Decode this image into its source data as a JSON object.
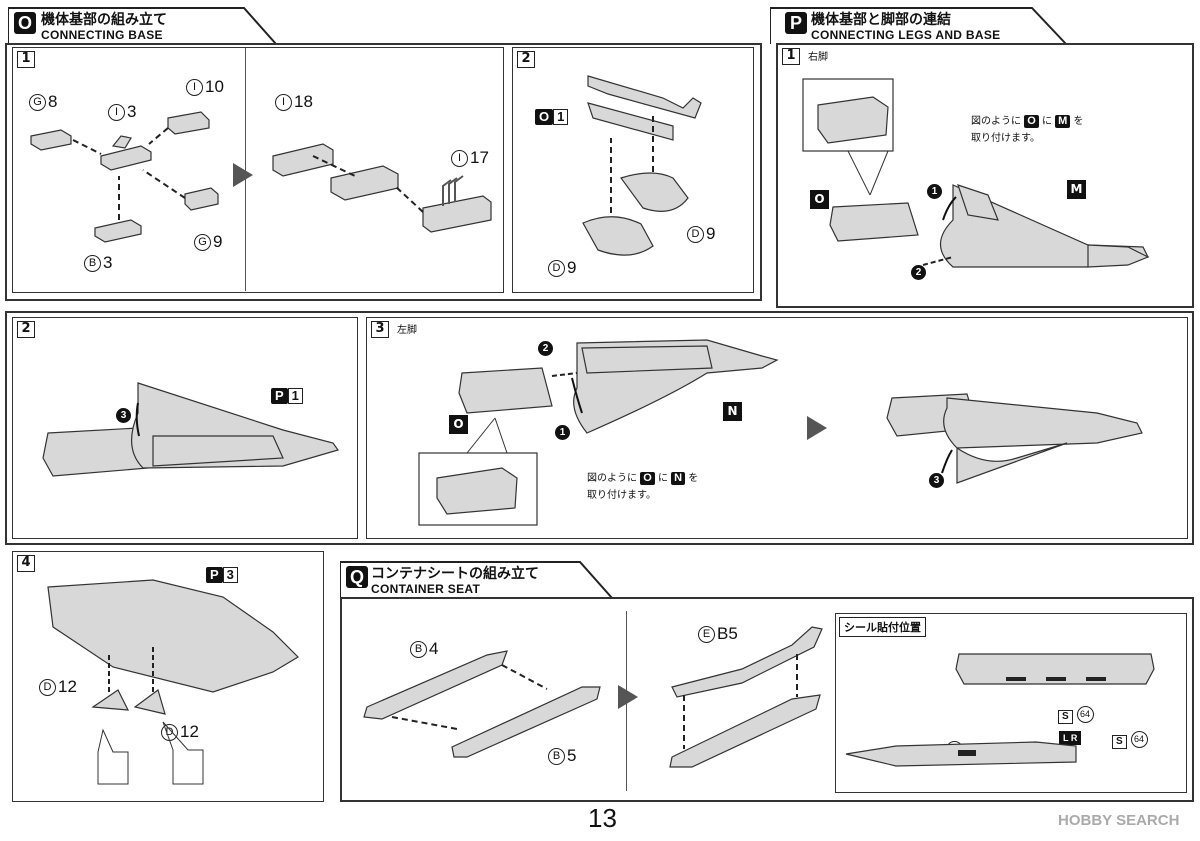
{
  "section_o": {
    "letter": "O",
    "title": "機体基部の組み立て",
    "subtitle": "CONNECTING BASE"
  },
  "section_p": {
    "letter": "P",
    "title": "機体基部と脚部の連結",
    "subtitle": "CONNECTING LEGS AND BASE"
  },
  "section_q": {
    "letter": "Q",
    "title": "コンテナシートの組み立て",
    "subtitle": "CONTAINER SEAT"
  },
  "o1": {
    "step": "1",
    "parts": [
      {
        "letter": "G",
        "num": "8"
      },
      {
        "letter": "I",
        "num": "3"
      },
      {
        "letter": "I",
        "num": "10"
      },
      {
        "letter": "G",
        "num": "9"
      },
      {
        "letter": "B",
        "num": "3"
      },
      {
        "letter": "I",
        "num": "18"
      },
      {
        "letter": "I",
        "num": "17"
      }
    ]
  },
  "o2": {
    "step": "2",
    "ref_letter": "O",
    "ref_num": "1",
    "parts": [
      {
        "letter": "D",
        "num": "9"
      },
      {
        "letter": "D",
        "num": "9"
      }
    ]
  },
  "p1": {
    "step": "1",
    "label": "右脚",
    "tag_o": "O",
    "tag_m": "M",
    "note_pre": "図のように",
    "note_a": "O",
    "note_mid": "に",
    "note_b": "M",
    "note_post": "を",
    "note_line2": "取り付けます。",
    "markers": [
      "1",
      "2"
    ]
  },
  "p2": {
    "step": "2",
    "ref_letter": "P",
    "ref_num": "1",
    "marker": "3"
  },
  "p3": {
    "step": "3",
    "label": "左脚",
    "tag_o": "O",
    "tag_n": "N",
    "note_pre": "図のように",
    "note_a": "O",
    "note_mid": "に",
    "note_b": "N",
    "note_post": "を",
    "note_line2": "取り付けます。",
    "markers": [
      "2",
      "1",
      "3"
    ]
  },
  "p4": {
    "step": "4",
    "ref_letter": "P",
    "ref_num": "3",
    "parts": [
      {
        "letter": "D",
        "num": "12"
      },
      {
        "letter": "D",
        "num": "12"
      }
    ]
  },
  "q": {
    "parts": [
      {
        "letter": "B",
        "num": "4"
      },
      {
        "letter": "B",
        "num": "5"
      },
      {
        "letter": "E",
        "num": "B5"
      }
    ],
    "sticker_title": "シール貼付位置",
    "sticker_s": "S",
    "sticker_64": "64",
    "sticker_65": "65",
    "lr": "L R"
  },
  "page_number": "13",
  "watermark": "HOBBY SEARCH"
}
